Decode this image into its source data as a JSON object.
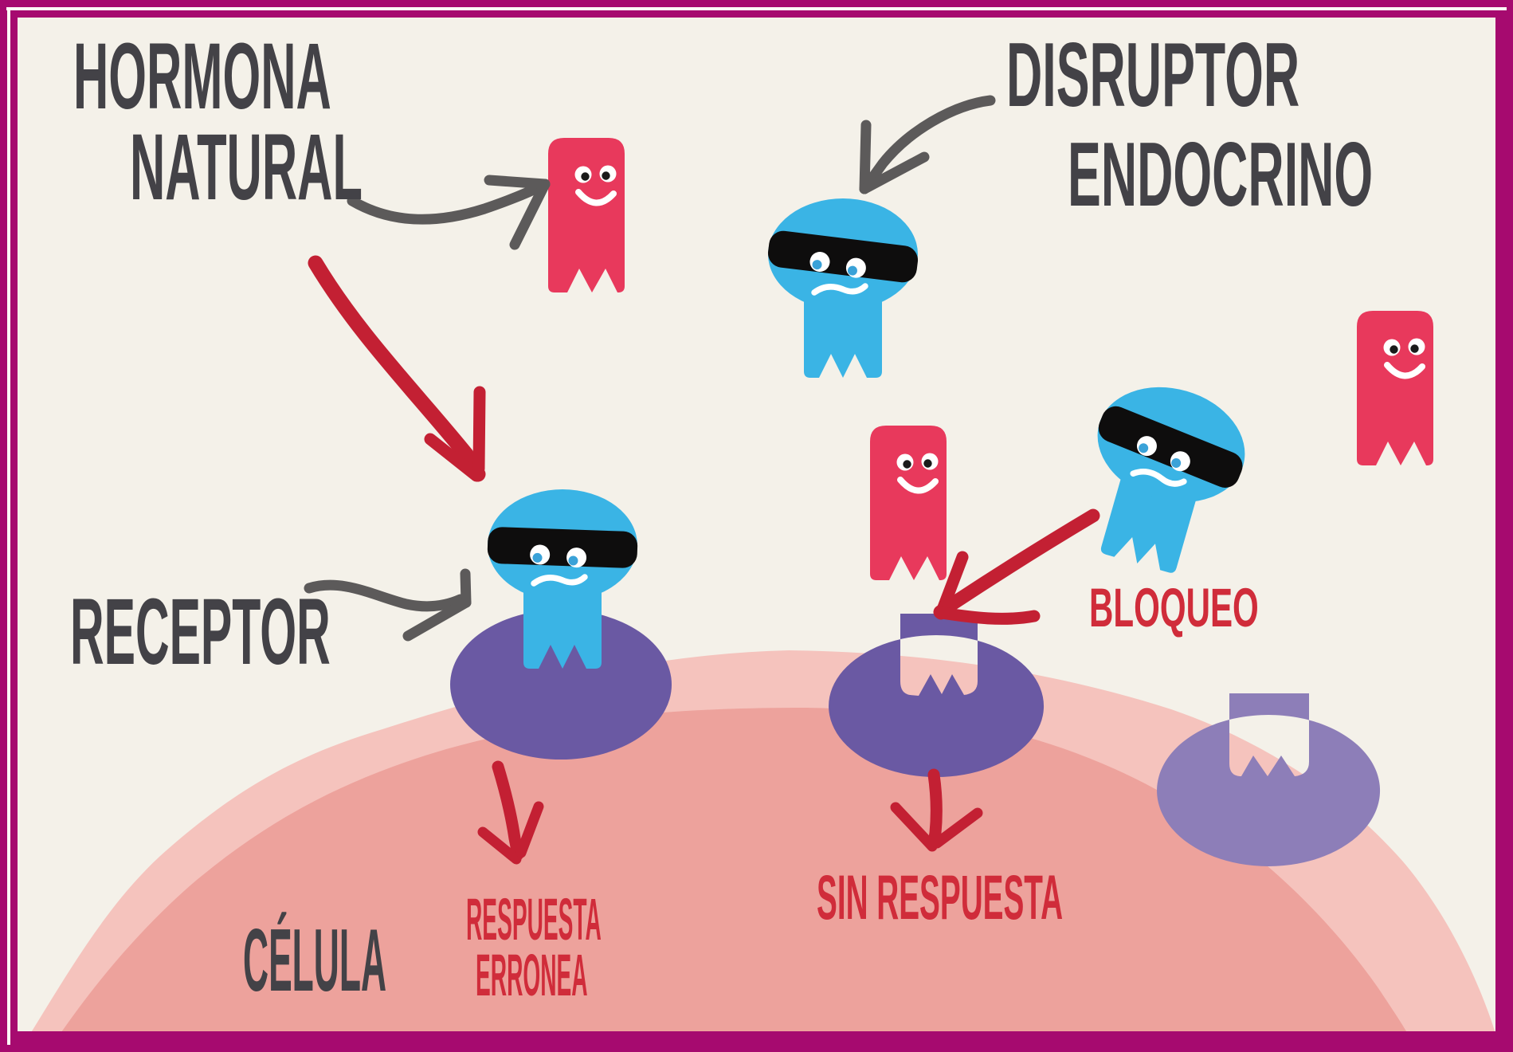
{
  "diagram": {
    "title_left": {
      "line1": "HORMONA",
      "line2": "NATURAL"
    },
    "title_right": {
      "line1": "DISRUPTOR",
      "line2": "ENDOCRINO"
    },
    "labels": {
      "receptor": "RECEPTOR",
      "cell": "CÉLULA",
      "blockage": "BLOQUEO",
      "wrong_response_line1": "RESPUESTA",
      "wrong_response_line2": "ERRONEA",
      "no_response": "SIN RESPUESTA"
    },
    "icons": [
      "natural-hormone-icon",
      "endocrine-disruptor-icon",
      "receptor-icon",
      "blocked-receptor-icon",
      "empty-receptor-icon",
      "cell-membrane",
      "hand-drawn-arrow-icon"
    ],
    "colors": {
      "background": "#f4f1e9",
      "frame": "#a60a6f",
      "heading_text": "#434247",
      "gray_arrow": "#5c5a5a",
      "hormone_red": "#e8395c",
      "red_arrow": "#c32033",
      "red_text": "#d02c3a",
      "disruptor_blue": "#3ab4e5",
      "disruptor_pupil": "#3aa2d8",
      "mask_black": "#0e0d0d",
      "receptor_purple": "#6a59a3",
      "empty_receptor_purple": "#8d7eb8",
      "cell_outer_pink": "#f5c3bd",
      "cell_inner_pink": "#eda29c"
    }
  }
}
